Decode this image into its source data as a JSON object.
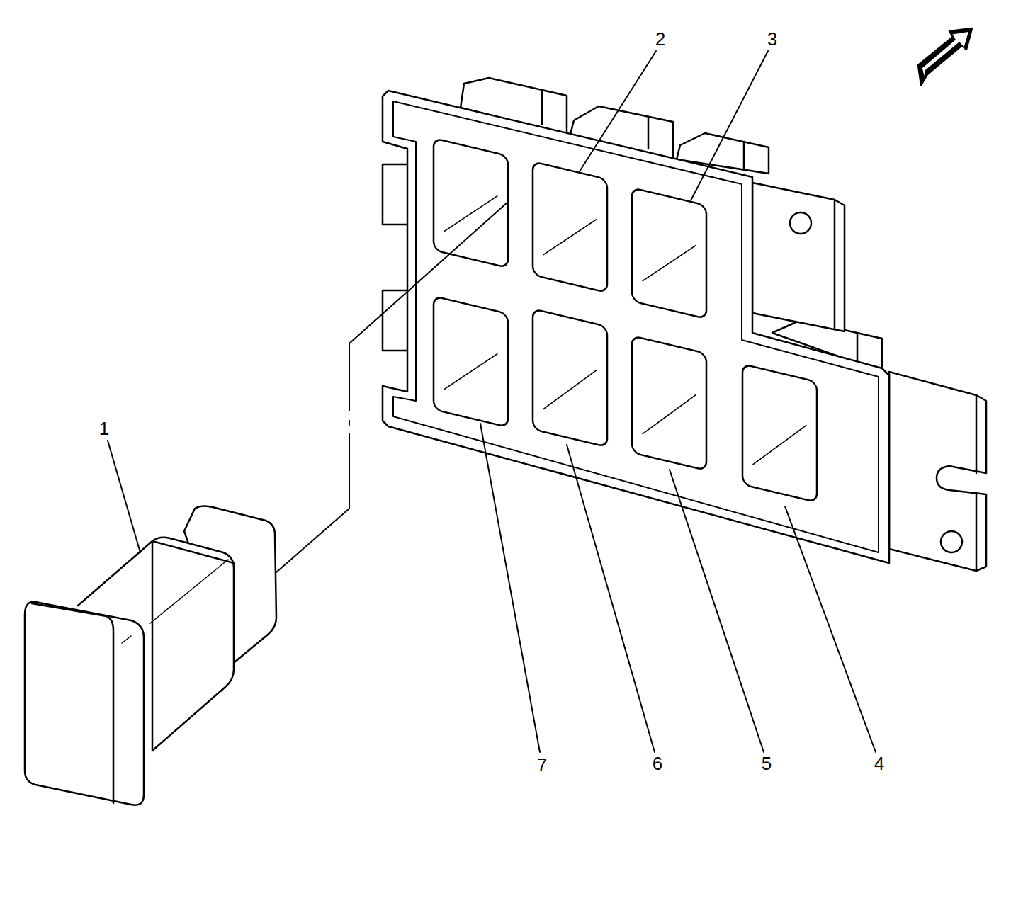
{
  "diagram": {
    "labels": [
      "2",
      "3",
      "1",
      "7",
      "6",
      "5",
      "4"
    ]
  }
}
